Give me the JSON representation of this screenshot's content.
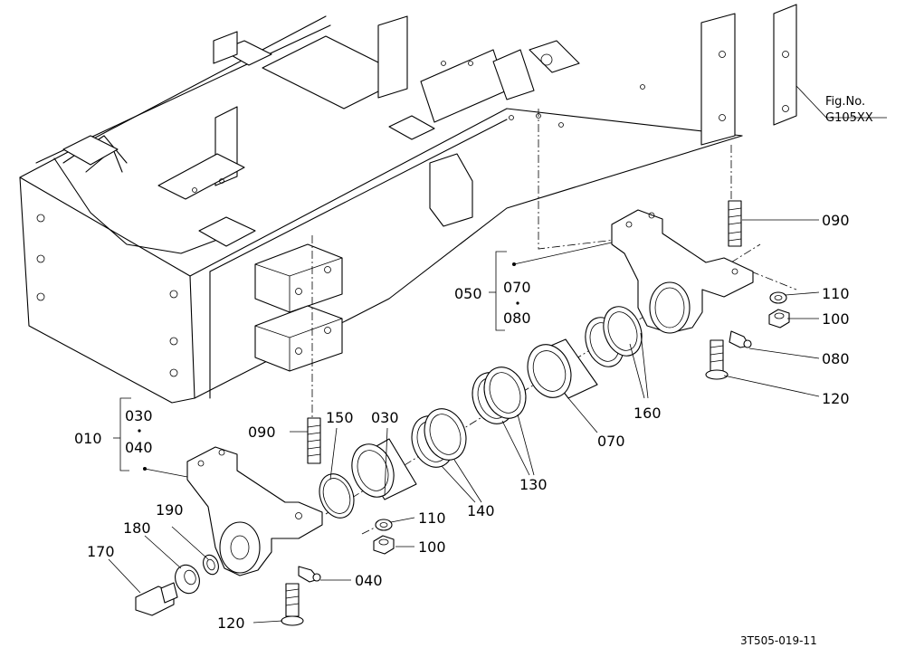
{
  "figure": {
    "fig_no_label": "Fig.No.",
    "fig_code": "G105XX",
    "drawing_number": "3T505-019-11"
  },
  "callouts": {
    "c010": "010",
    "c030_top": "030",
    "c040_top": "040",
    "c030": "030",
    "c050": "050",
    "c070_grp": "070",
    "c080_grp": "080",
    "c070": "070",
    "c080": "080",
    "c090_right": "090",
    "c090_left": "090",
    "c100_right": "100",
    "c100_left": "100",
    "c110_right": "110",
    "c110_left": "110",
    "c120_right": "120",
    "c120_left": "120",
    "c130": "130",
    "c140": "140",
    "c150": "150",
    "c160": "160",
    "c170": "170",
    "c180": "180",
    "c190": "190",
    "c040": "040"
  }
}
